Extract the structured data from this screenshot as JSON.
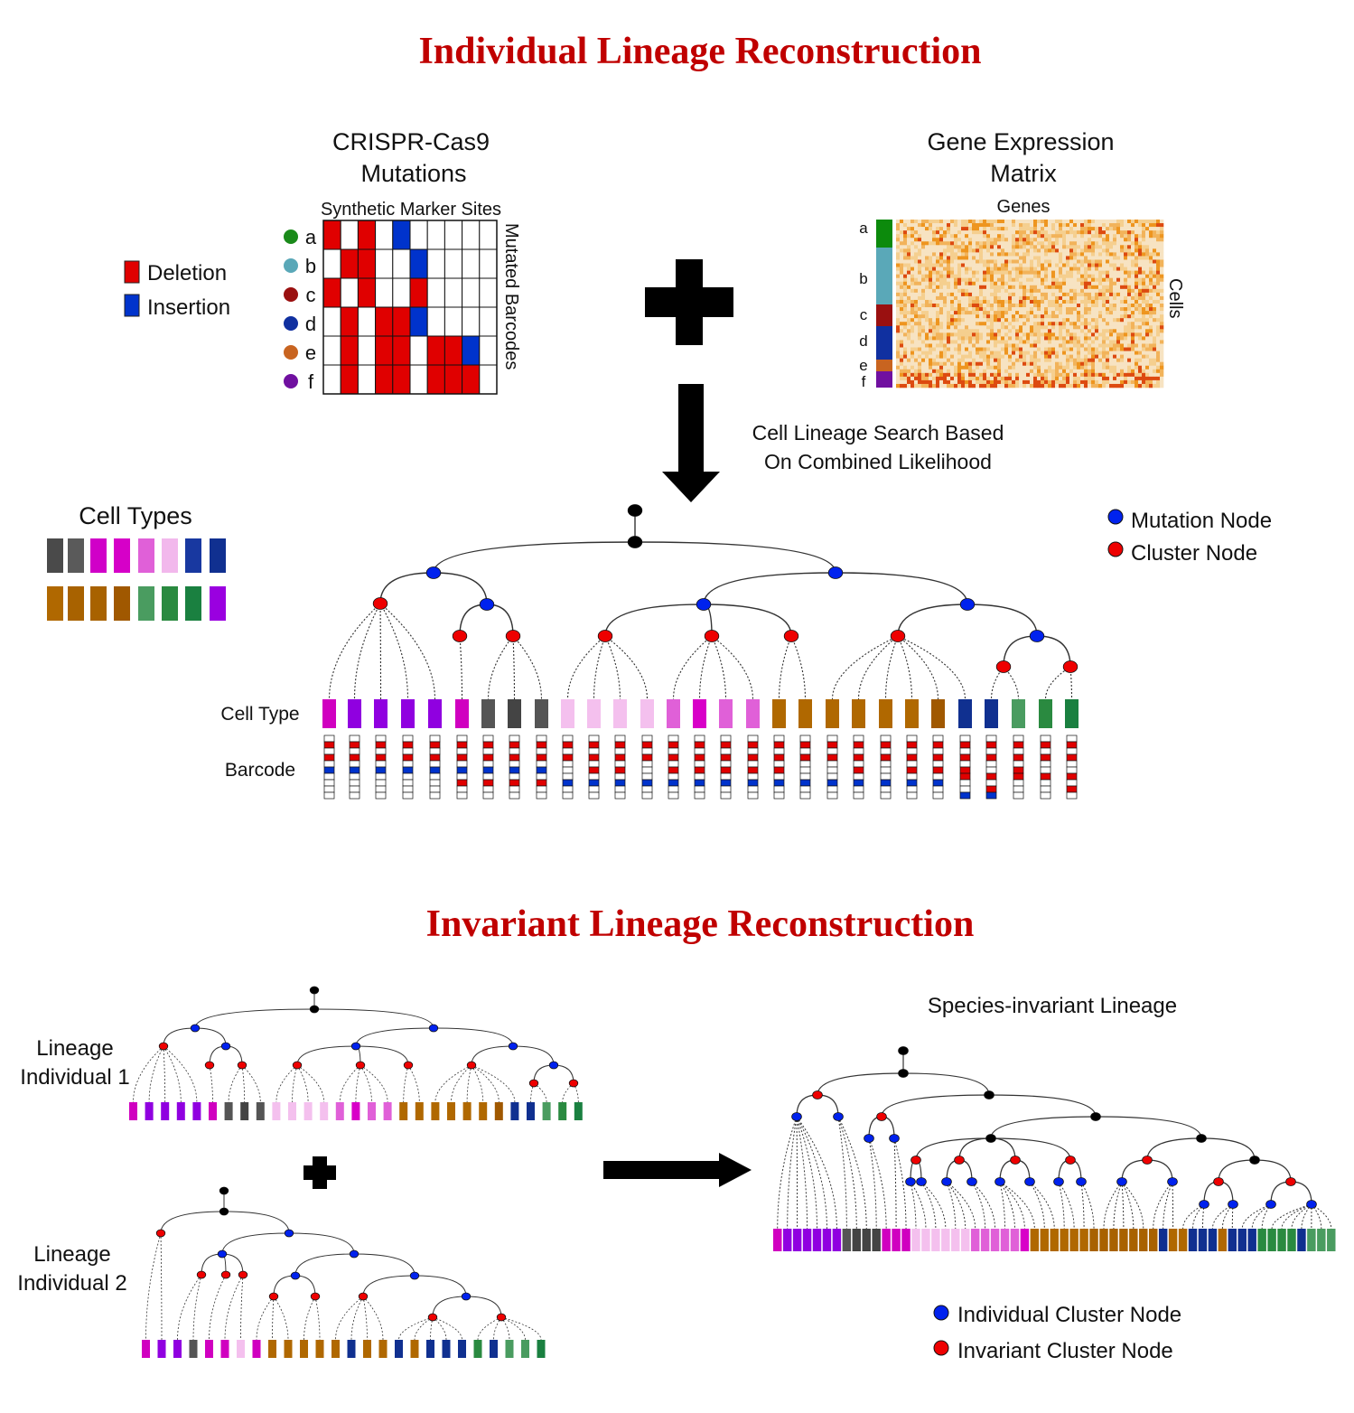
{
  "titles": {
    "top": "Individual Lineage Reconstruction",
    "bottom": "Invariant Lineage Reconstruction"
  },
  "mutations": {
    "title_line1": "CRISPR-Cas9",
    "title_line2": "Mutations",
    "col_label": "Synthetic Marker Sites",
    "row_label": "Mutated Barcodes",
    "rows": [
      {
        "label": "a",
        "color": "#1a8a1a",
        "cells": "D.D.I...."
      },
      {
        "label": "b",
        "color": "#5aa8b8",
        "cells": ".DD..I..."
      },
      {
        "label": "c",
        "color": "#9a1010",
        "cells": "D.D..D..."
      },
      {
        "label": "d",
        "color": "#1030a0",
        "cells": ".D.DDI..."
      },
      {
        "label": "e",
        "color": "#c86420",
        "cells": ".D.DD.DDI"
      },
      {
        "label": "f",
        "color": "#7010a0",
        "cells": ".D.DD.DDD."
      }
    ]
  },
  "legend_mut": {
    "deletion": "Deletion",
    "insertion": "Insertion",
    "deletion_color": "#e00000",
    "insertion_color": "#0033cc"
  },
  "gene_matrix": {
    "title_line1": "Gene Expression",
    "title_line2": "Matrix",
    "col_label": "Genes",
    "row_label": "Cells",
    "groups": [
      {
        "label": "a",
        "color": "#0c8a0c"
      },
      {
        "label": "b",
        "color": "#5aa8b8"
      },
      {
        "label": "c",
        "color": "#9a1010"
      },
      {
        "label": "d",
        "color": "#1030a0"
      },
      {
        "label": "e",
        "color": "#c86420"
      },
      {
        "label": "f",
        "color": "#7010a0"
      }
    ]
  },
  "arrow_label": {
    "line1": "Cell Lineage Search Based",
    "line2": "On Combined Likelihood"
  },
  "cell_types": {
    "title": "Cell Types",
    "swatches": [
      "#4a4a4a",
      "#5a5a5a",
      "#d000c8",
      "#d600c8",
      "#e060d8",
      "#f2b8ec",
      "#1838a0",
      "#103090",
      "#b06800",
      "#a86200",
      "#a86200",
      "#a05800",
      "#4a9c60",
      "#2a8a40",
      "#1a8040",
      "#9a00e0"
    ]
  },
  "node_legend": {
    "mutation": "Mutation Node",
    "cluster": "Cluster Node",
    "mutation_color": "#0022ee",
    "cluster_color": "#ee0000"
  },
  "main_tree": {
    "row_cell_type": "Cell Type",
    "row_barcode": "Barcode",
    "leaf_colors": [
      "#d000c0",
      "#9000e0",
      "#9000e0",
      "#9000e0",
      "#9000e0",
      "#d000c0",
      "#555555",
      "#444444",
      "#555555",
      "#f4c0ee",
      "#f4c0ee",
      "#f4c0ee",
      "#f4c0ee",
      "#e060d8",
      "#d800c8",
      "#e060d8",
      "#e060d8",
      "#b06800",
      "#b06800",
      "#b06800",
      "#b06800",
      "#b06800",
      "#b06800",
      "#a05800",
      "#103090",
      "#103090",
      "#4a9c60",
      "#2a8a40",
      "#1a8040"
    ]
  },
  "invariant": {
    "lineage1_line1": "Lineage",
    "lineage1_line2": "Individual 1",
    "lineage2_line1": "Lineage",
    "lineage2_line2": "Individual 2",
    "species_title": "Species-invariant Lineage",
    "legend_individual": "Individual Cluster Node",
    "legend_invariant": "Invariant Cluster Node",
    "individual_color": "#0022ee",
    "invariant_color": "#ee0000"
  }
}
